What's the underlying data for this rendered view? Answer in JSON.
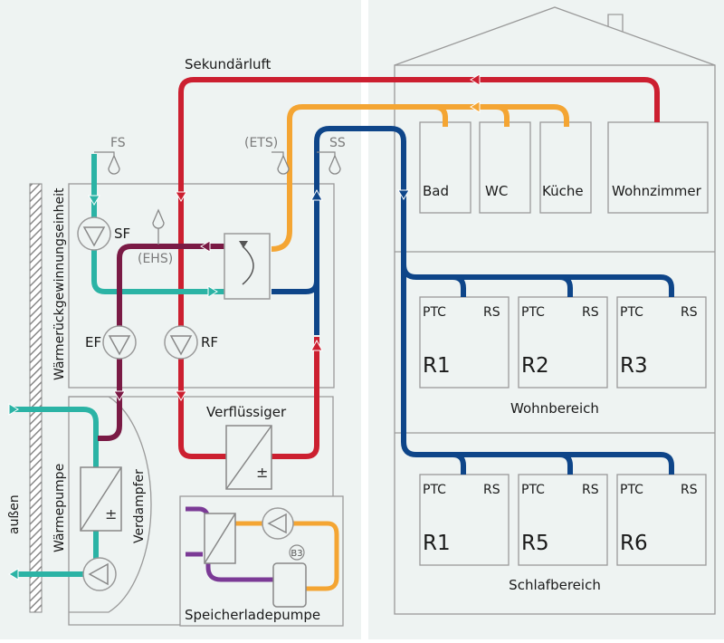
{
  "colors": {
    "background": "#eef3f2",
    "divider": "#ffffff",
    "box_stroke": "#9a9a9a",
    "text": "#1a1a1a",
    "gray_text": "#7a7a7a",
    "red": "#cc1f30",
    "orange": "#f4a533",
    "blue": "#0e4589",
    "teal": "#2bb3a5",
    "maroon": "#7a1a45",
    "purple": "#7b3a96",
    "hatch": "#888888"
  },
  "labels": {
    "sekundaerluft": "Sekundärluft",
    "fs": "FS",
    "ets": "(ETS)",
    "ss": "SS",
    "sf": "SF",
    "ehs": "(EHS)",
    "ef": "EF",
    "rf": "RF",
    "waermerueckgewinnung": "Wärmerückgewinnungseinheit",
    "verfluessiger": "Verflüssiger",
    "verdampfer": "Verdampfer",
    "waermepumpe": "Wärmepumpe",
    "aussen": "außen",
    "speicherladepumpe": "Speicherladepumpe",
    "b3": "B3",
    "plus_minus": "±"
  },
  "rooms_top": [
    {
      "label": "Bad"
    },
    {
      "label": "WC"
    },
    {
      "label": "Küche"
    },
    {
      "label": "Wohnzimmer"
    }
  ],
  "wohnbereich": {
    "label": "Wohnbereich",
    "rooms": [
      {
        "ptc": "PTC",
        "rs": "RS",
        "name": "R1"
      },
      {
        "ptc": "PTC",
        "rs": "RS",
        "name": "R2"
      },
      {
        "ptc": "PTC",
        "rs": "RS",
        "name": "R3"
      }
    ]
  },
  "schlafbereich": {
    "label": "Schlafbereich",
    "rooms": [
      {
        "ptc": "PTC",
        "rs": "RS",
        "name": "R1"
      },
      {
        "ptc": "PTC",
        "rs": "RS",
        "name": "R5"
      },
      {
        "ptc": "PTC",
        "rs": "RS",
        "name": "R6"
      }
    ]
  }
}
